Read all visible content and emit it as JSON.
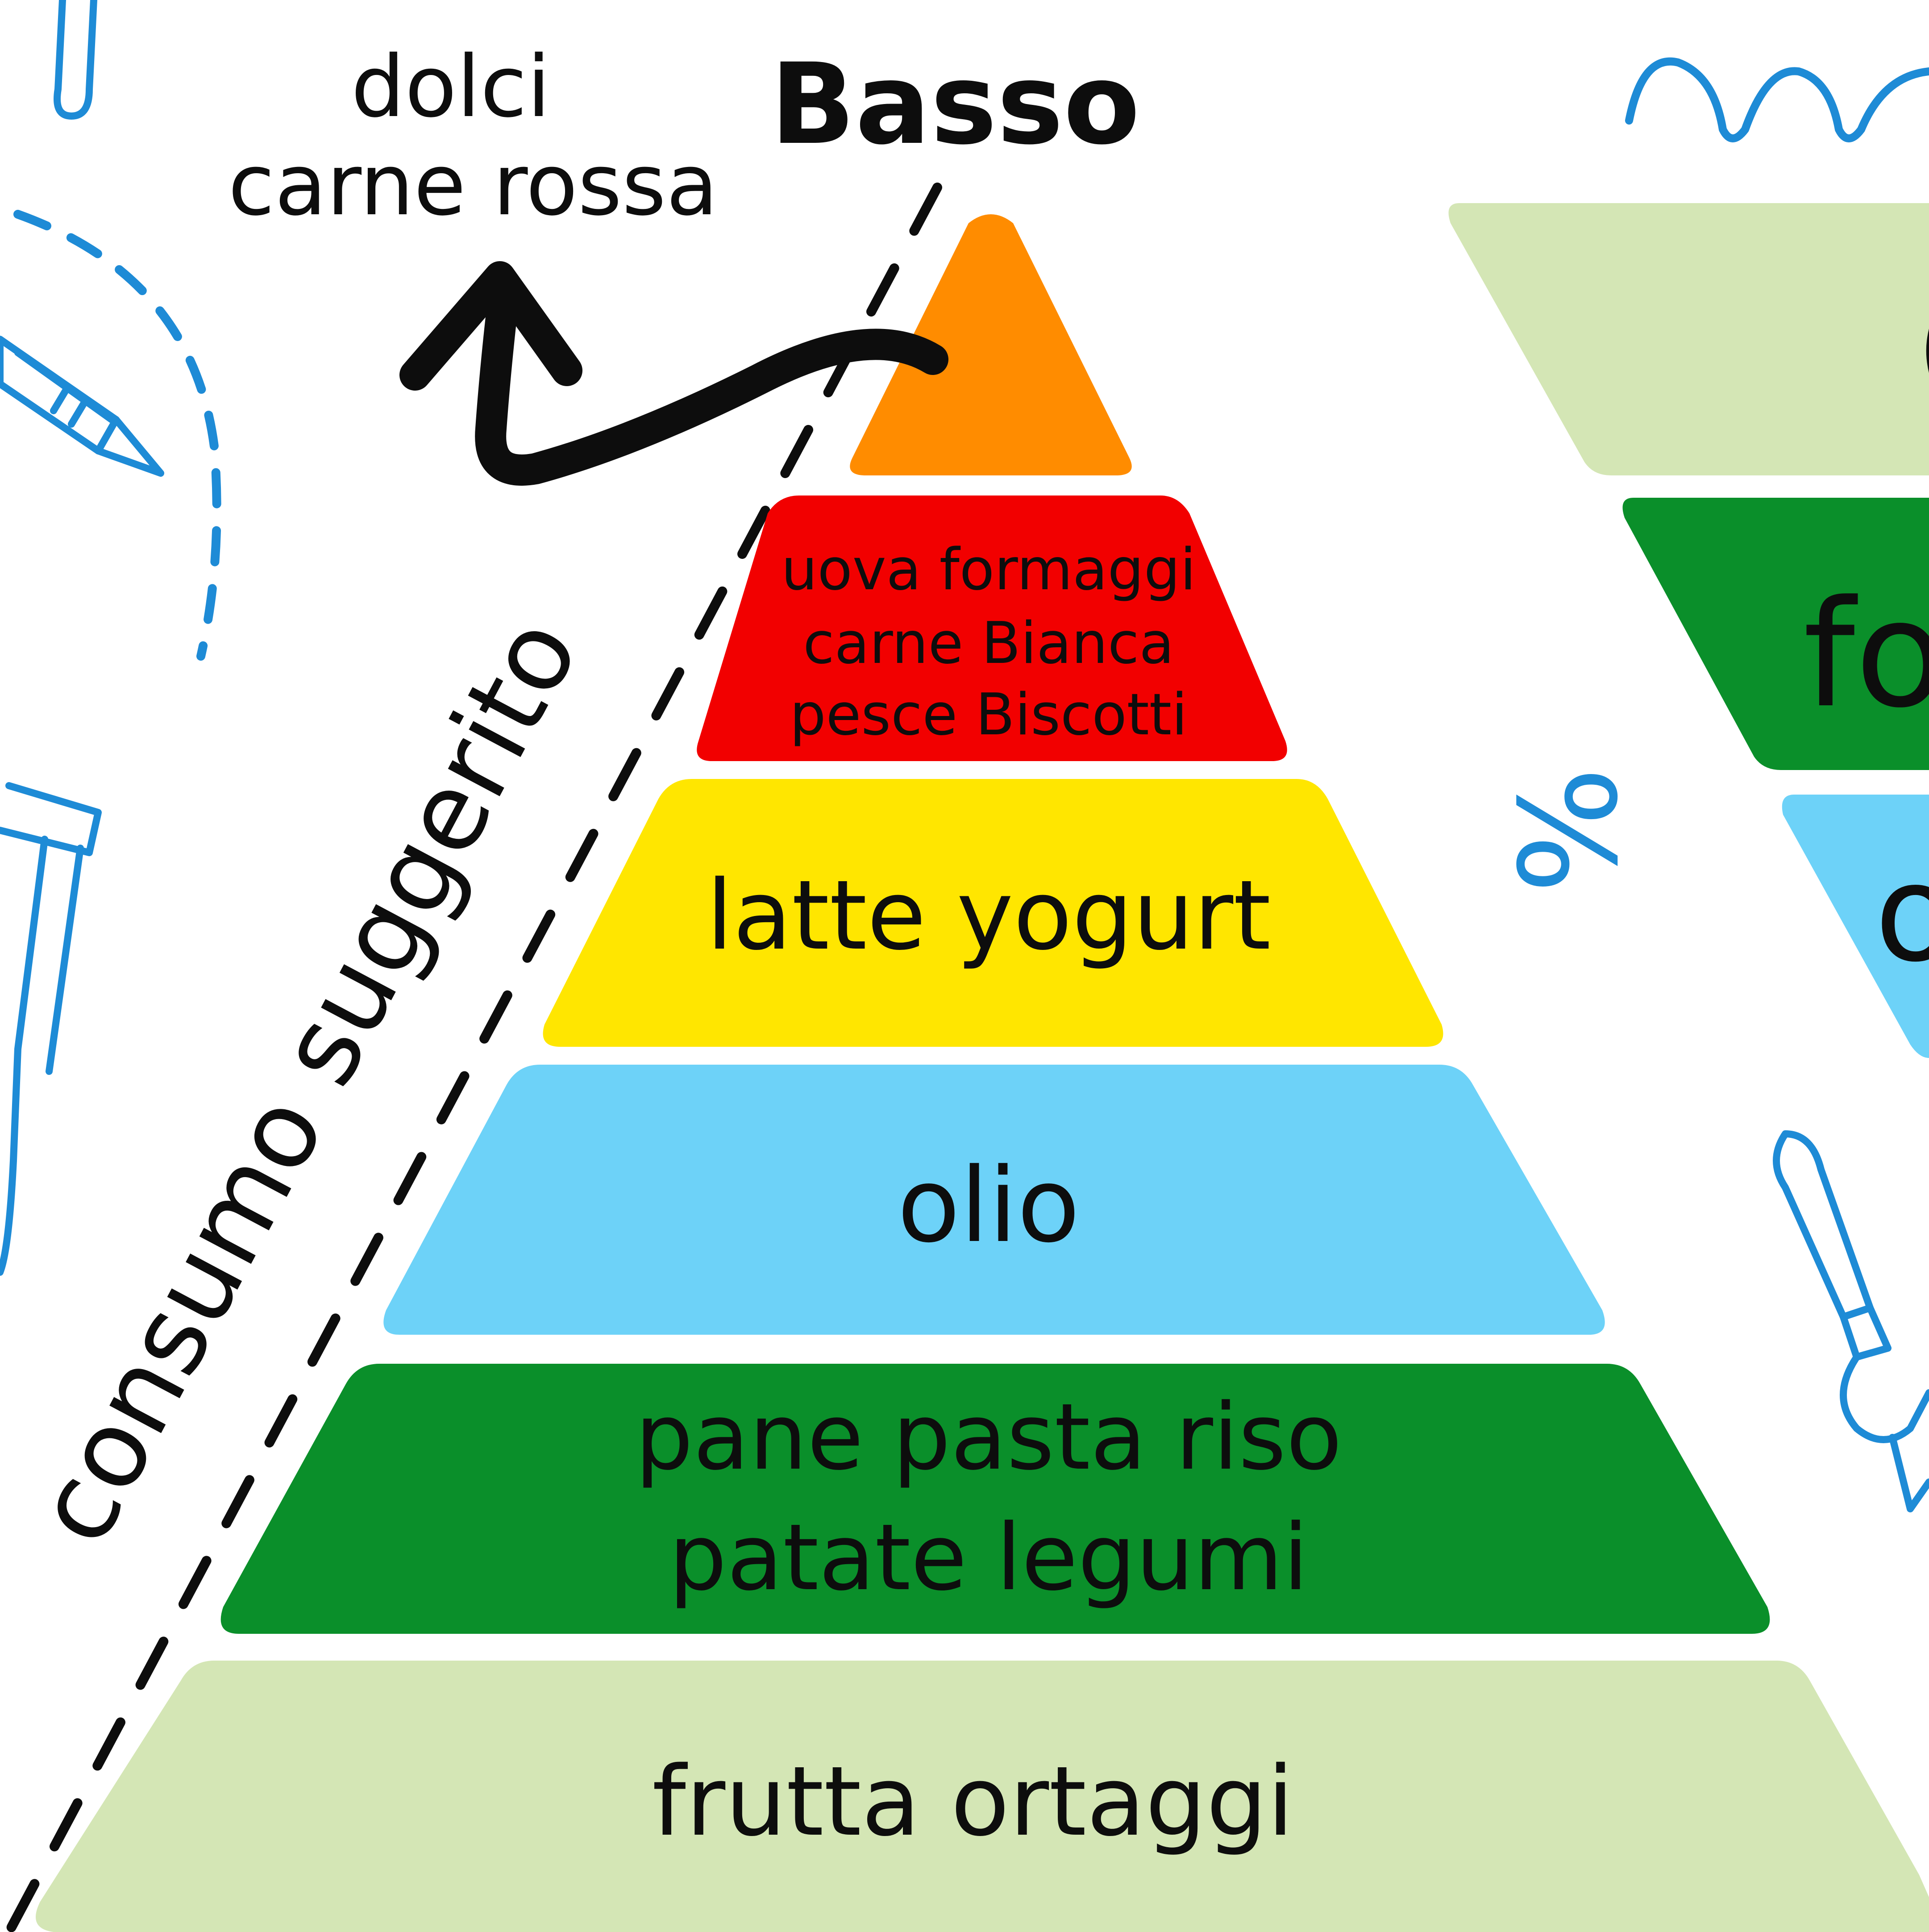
{
  "colors": {
    "top_tier": "#FF8C00",
    "red_tier": "#F20000",
    "yellow_tier": "#FFE600",
    "lightblue_tier": "#6DD2F8",
    "green_tier": "#0A8F2A",
    "palegreen_tier": "#D4E6B5",
    "doodle_blue": "#1E8BD6",
    "ink": "#0D0D0D"
  },
  "pyramid": {
    "tiers": [
      {
        "label_lines": [],
        "color": "#FF8C00"
      },
      {
        "label_lines": [
          "uova formaggi",
          "carne Bianca",
          "pesce Biscotti"
        ],
        "color": "#F20000"
      },
      {
        "label_lines": [
          "latte yogurt"
        ],
        "color": "#FFE600"
      },
      {
        "label_lines": [
          "olio"
        ],
        "color": "#6DD2F8"
      },
      {
        "label_lines": [
          "pane pasta riso",
          "patate legumi"
        ],
        "color": "#0A8F2A"
      },
      {
        "label_lines": [
          "frutta ortaggi"
        ],
        "color": "#D4E6B5"
      }
    ]
  },
  "annotations": {
    "top_callout_line1": "dolci",
    "top_callout_line2": "carne rossa",
    "low_label": "Basso",
    "axis_label": "consumo suggerito",
    "percent_label": "%"
  },
  "right_panel": {
    "partial_labels": [
      "(",
      "fo",
      "o"
    ]
  },
  "icons": [
    "pencil-icon",
    "brush-icon",
    "squiggle-icon",
    "arrow-icon",
    "dashed-arc-icon"
  ]
}
